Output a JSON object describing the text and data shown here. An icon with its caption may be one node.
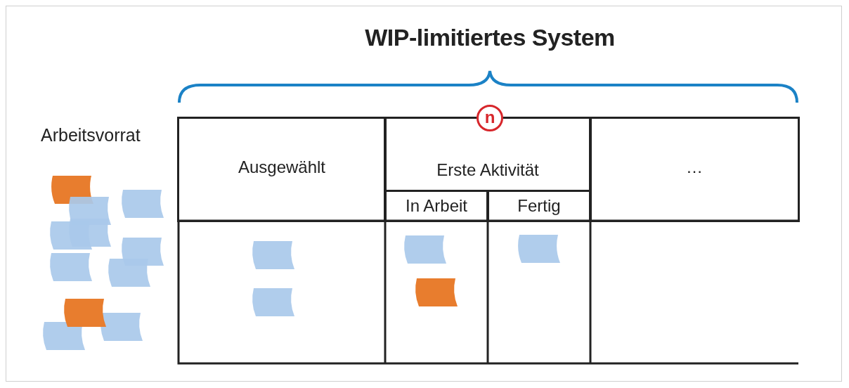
{
  "diagram": {
    "title": "WIP-limitiertes System",
    "nodes": [
      {
        "text": [
          "Ausgewählt"
        ]
      },
      {
        "text": [
          "Erste Aktivität"
        ]
      },
      {
        "text": [
          "In Arbeit"
        ]
      },
      {
        "text": [
          "Fertig"
        ]
      },
      {
        "text": [
          "…"
        ]
      },
      {
        "text": [
          "n"
        ]
      }
    ],
    "labels": [
      "Arbeitsvorrat"
    ]
  }
}
